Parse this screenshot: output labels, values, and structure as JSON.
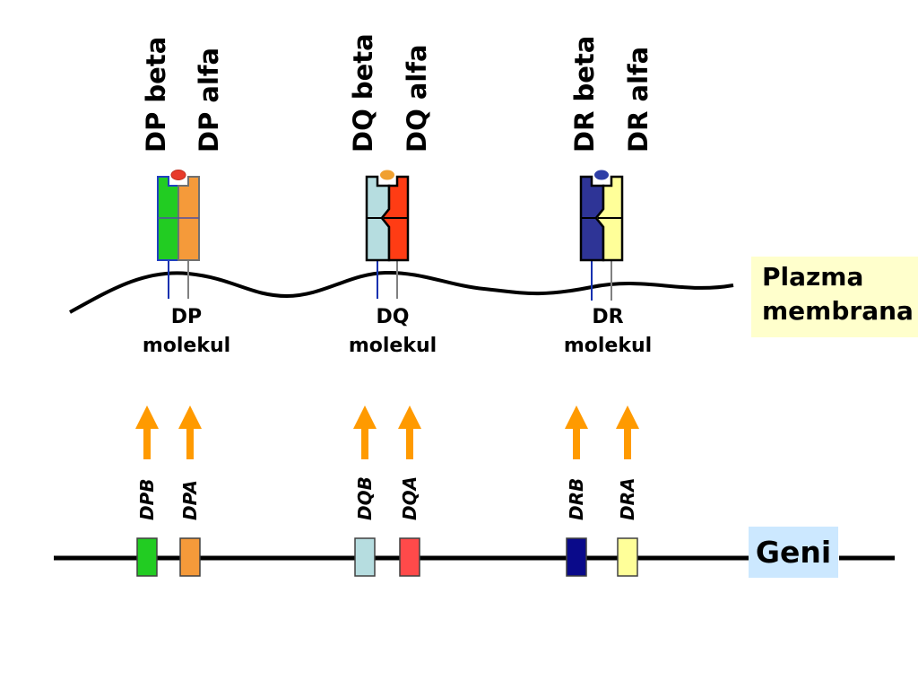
{
  "molecules": [
    {
      "id": "dp",
      "beta_label": "DP beta",
      "alpha_label": "DP alfa",
      "name_line1": "DP",
      "name_line2": "molekul",
      "beta_color": "#22cc22",
      "alpha_color": "#f59a3a",
      "peptide_color": "#e83a2a",
      "shape": "square"
    },
    {
      "id": "dq",
      "beta_label": "DQ beta",
      "alpha_label": "DQ alfa",
      "name_line1": "DQ",
      "name_line2": "molekul",
      "beta_color": "#b6dde0",
      "alpha_color": "#ff3c14",
      "peptide_color": "#f0a030",
      "shape": "notched"
    },
    {
      "id": "dr",
      "beta_label": "DR beta",
      "alpha_label": "DR alfa",
      "name_line1": "DR",
      "name_line2": "molekul",
      "beta_color": "#2e3496",
      "alpha_color": "#ffff99",
      "peptide_color": "#2e3ea6",
      "shape": "notched"
    }
  ],
  "genes": [
    {
      "label": "DPB",
      "color": "#22cc22"
    },
    {
      "label": "DPA",
      "color": "#f59a3a"
    },
    {
      "label": "DQB",
      "color": "#b6dde0"
    },
    {
      "label": "DQA",
      "color": "#ff4a4a"
    },
    {
      "label": "DRB",
      "color": "#0a0a8a"
    },
    {
      "label": "DRA",
      "color": "#ffff99"
    }
  ],
  "arrow_color": "#ff9a00",
  "plasma_membrane": {
    "line1": "Plazma",
    "line2": "membrana"
  },
  "genes_label": "Geni"
}
